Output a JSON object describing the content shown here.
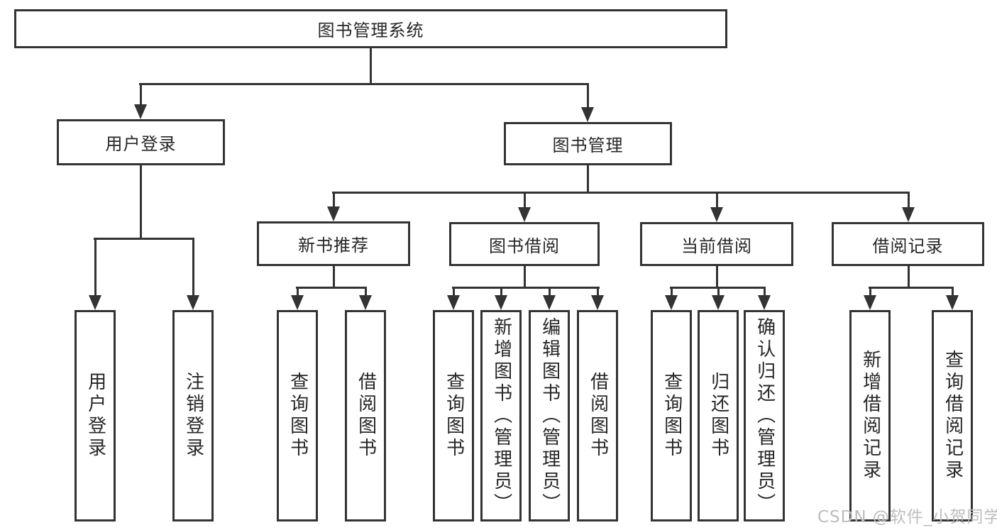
{
  "colors": {
    "line": "#333333",
    "text": "#262626",
    "bg": "#ffffff",
    "watermark": "#bdbdbd"
  },
  "watermark": "CSDN @软件_小贺同学",
  "tree": {
    "label": "图书管理系统",
    "children": [
      {
        "label": "用户登录",
        "children": [
          {
            "label": "用户登录"
          },
          {
            "label": "注销登录"
          }
        ]
      },
      {
        "label": "图书管理",
        "children": [
          {
            "label": "新书推荐",
            "children": [
              {
                "label": "查询图书"
              },
              {
                "label": "借阅图书"
              }
            ]
          },
          {
            "label": "图书借阅",
            "children": [
              {
                "label": "查询图书"
              },
              {
                "label": "新增图书（管理员）"
              },
              {
                "label": "编辑图书（管理员）"
              },
              {
                "label": "借阅图书"
              }
            ]
          },
          {
            "label": "当前借阅",
            "children": [
              {
                "label": "查询图书"
              },
              {
                "label": "归还图书"
              },
              {
                "label": "确认归还（管理员）"
              }
            ]
          },
          {
            "label": "借阅记录",
            "children": [
              {
                "label": "新增借阅记录"
              },
              {
                "label": "查询借阅记录"
              }
            ]
          }
        ]
      }
    ]
  }
}
